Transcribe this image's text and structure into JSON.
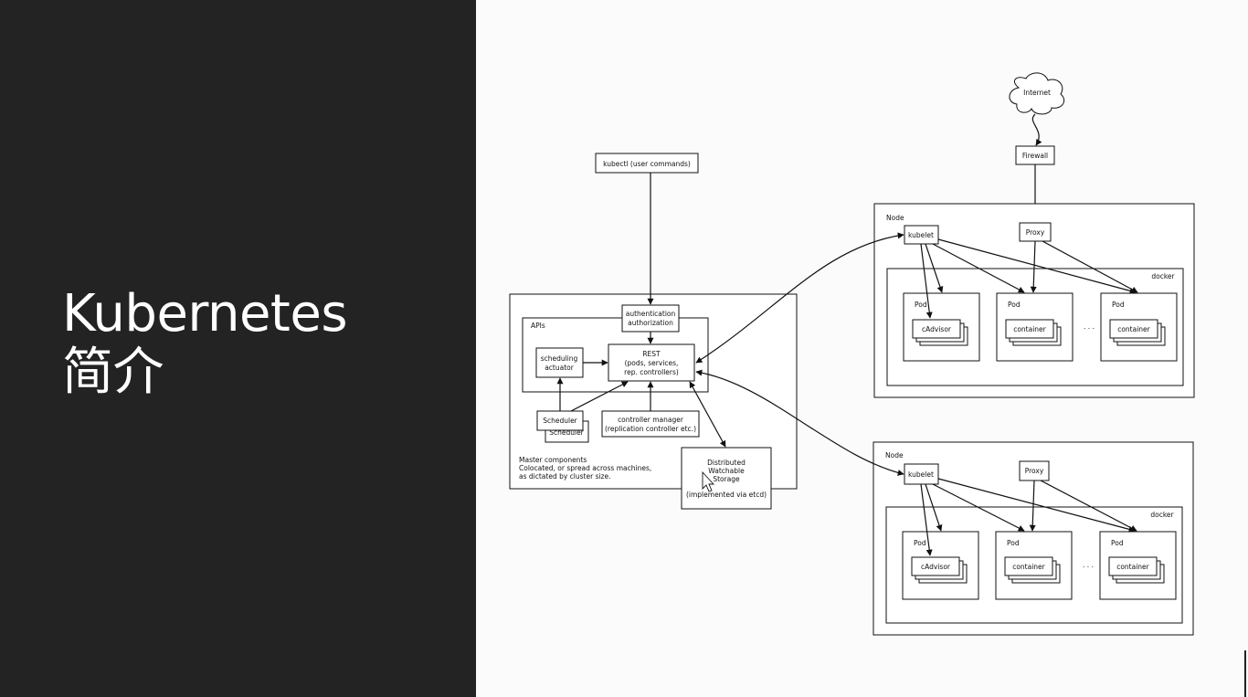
{
  "slide": {
    "title_line1": "Kubernetes",
    "title_line2": "简介"
  },
  "colors": {
    "left_panel": "#232323",
    "title_text": "#ffffff",
    "diagram_background": "#fbfbfb",
    "line": "#111111"
  },
  "diagram": {
    "kubectl": "kubectl (user commands)",
    "master": {
      "auth_line1": "authentication",
      "auth_line2": "authorization",
      "apis_label": "APIs",
      "rest_line1": "REST",
      "rest_line2": "(pods, services,",
      "rest_line3": "rep. controllers)",
      "scheduling_line1": "scheduling",
      "scheduling_line2": "actuator",
      "scheduler": "Scheduler",
      "controller_line1": "controller manager",
      "controller_line2": "(replication controller etc.)",
      "note_line1": "Master components",
      "note_line2": "Colocated, or spread across machines,",
      "note_line3": "as dictated by cluster size.",
      "storage_line1": "Distributed",
      "storage_line2": "Watchable",
      "storage_line3": "Storage",
      "storage_line4": "(implemented via etcd)"
    },
    "internet": "Internet",
    "firewall": "Firewall",
    "nodes": [
      {
        "label": "Node",
        "kubelet": "kubelet",
        "proxy": "Proxy",
        "docker": "docker",
        "pods": [
          {
            "label": "Pod",
            "inner": "cAdvisor"
          },
          {
            "label": "Pod",
            "inner": "container"
          },
          {
            "label": "Pod",
            "inner": "container"
          }
        ],
        "ellipsis": ". . ."
      },
      {
        "label": "Node",
        "kubelet": "kubelet",
        "proxy": "Proxy",
        "docker": "docker",
        "pods": [
          {
            "label": "Pod",
            "inner": "cAdvisor"
          },
          {
            "label": "Pod",
            "inner": "container"
          },
          {
            "label": "Pod",
            "inner": "container"
          }
        ],
        "ellipsis": ". . ."
      }
    ]
  }
}
